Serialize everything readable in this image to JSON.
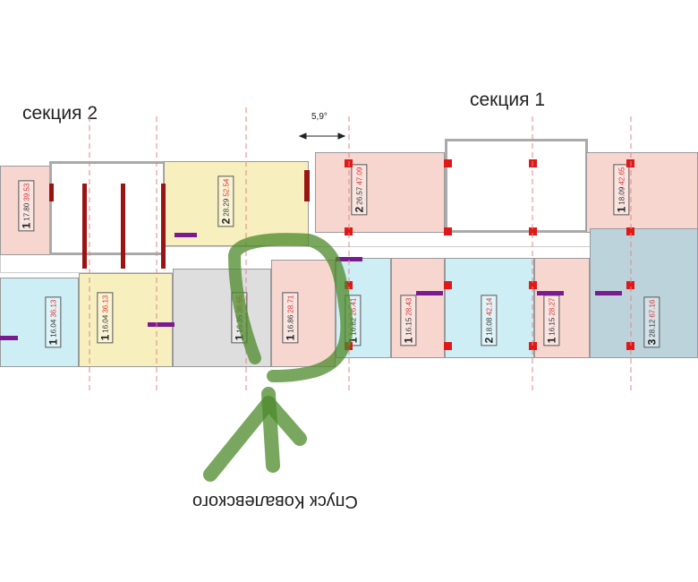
{
  "labels": {
    "section2": "секция 2",
    "section1": "секция 1",
    "angle": "5,9°",
    "street": "Спуск Ковалевского"
  },
  "colors": {
    "marker": "#4c8a2a",
    "pillar": "#e01818",
    "wall": "#9b1414"
  },
  "section2": {
    "top": [
      {
        "rooms": "1",
        "living": "17.80",
        "total": "39.53"
      },
      {
        "rooms": "2",
        "living": "28.29",
        "total": "52.54"
      }
    ],
    "bottom": [
      {
        "rooms": "1",
        "living": "16.04",
        "total": "36.13"
      },
      {
        "rooms": "1",
        "living": "16.04",
        "total": "36.13"
      },
      {
        "rooms": "1",
        "living": "16.35",
        "total": "36.65"
      },
      {
        "rooms": "1",
        "living": "16.86",
        "total": "28.71"
      }
    ]
  },
  "section1": {
    "top": [
      {
        "rooms": "2",
        "living": "26.57",
        "total": "47.09"
      },
      {
        "rooms": "1",
        "living": "18.09",
        "total": "42.65"
      }
    ],
    "bottom": [
      {
        "rooms": "1",
        "living": "16.82",
        "total": "26.41"
      },
      {
        "rooms": "1",
        "living": "16.15",
        "total": "28.43"
      },
      {
        "rooms": "2",
        "living": "18.08",
        "total": "42.14"
      },
      {
        "rooms": "1",
        "living": "16.15",
        "total": "28.27"
      },
      {
        "rooms": "3",
        "living": "28.12",
        "total": "67.16"
      }
    ]
  }
}
